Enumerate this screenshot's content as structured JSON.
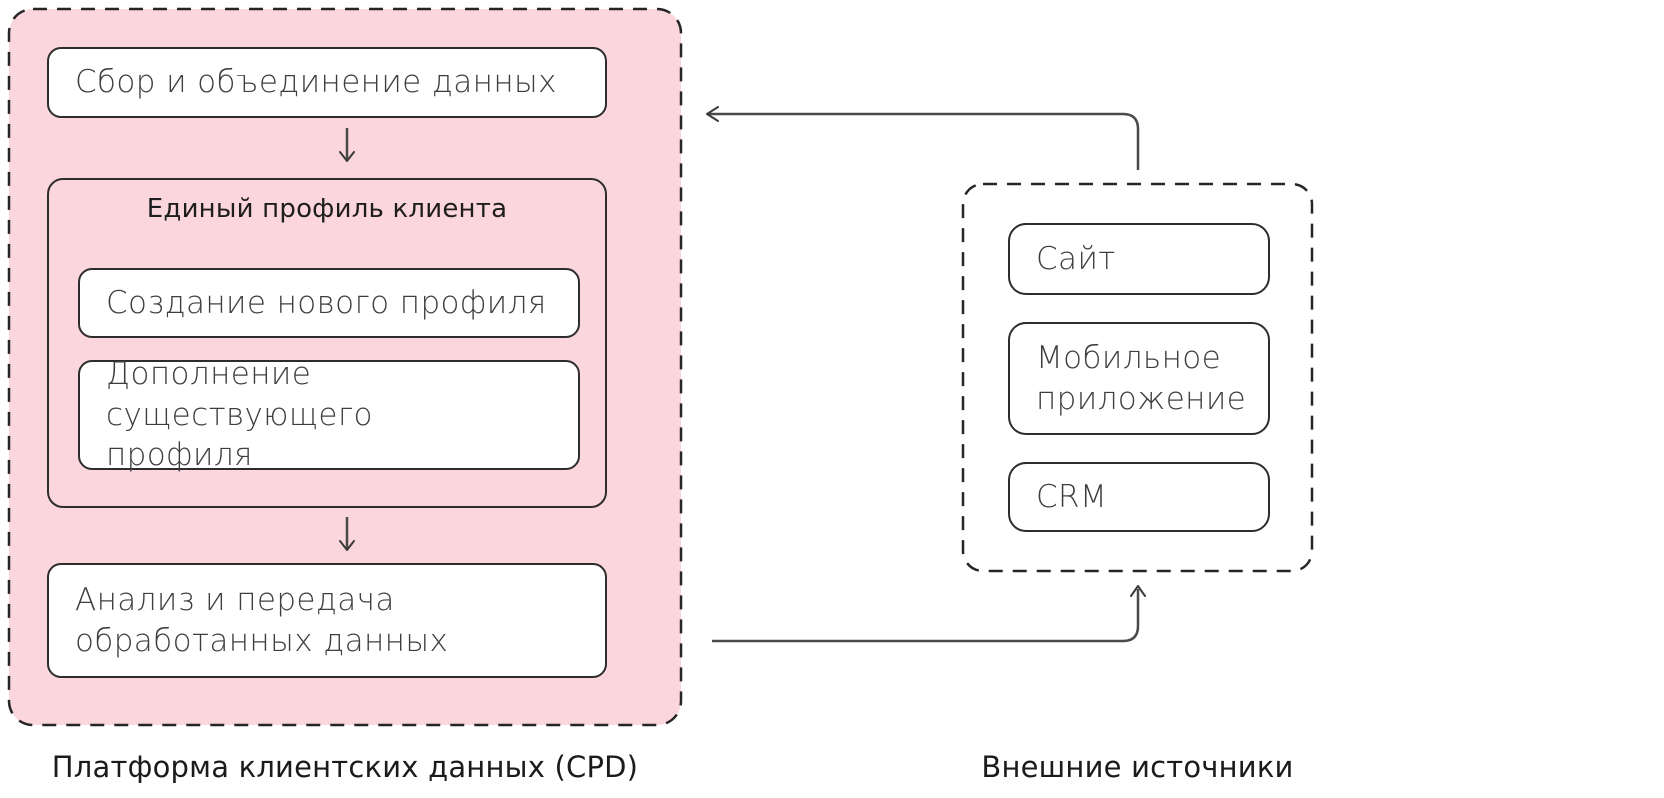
{
  "left_panel": {
    "caption": "Платформа клиентских данных (CPD)",
    "step_collect": "Сбор и объединение данных",
    "profile": {
      "title": "Единый профиль клиента",
      "option_new": "Создание нового профиля",
      "option_update": "Дополнение существующего\nпрофиля"
    },
    "step_analyze": "Анализ и передача\nобработанных данных"
  },
  "right_panel": {
    "caption": "Внешние источники",
    "source_site": "Сайт",
    "source_mobile": "Мобильное\nприложение",
    "source_crm": "CRM"
  },
  "colors": {
    "platform_fill": "#fbd6dc",
    "border": "#2d2d2d",
    "connector": "#4a4a4a",
    "text": "#3e3e3e"
  }
}
